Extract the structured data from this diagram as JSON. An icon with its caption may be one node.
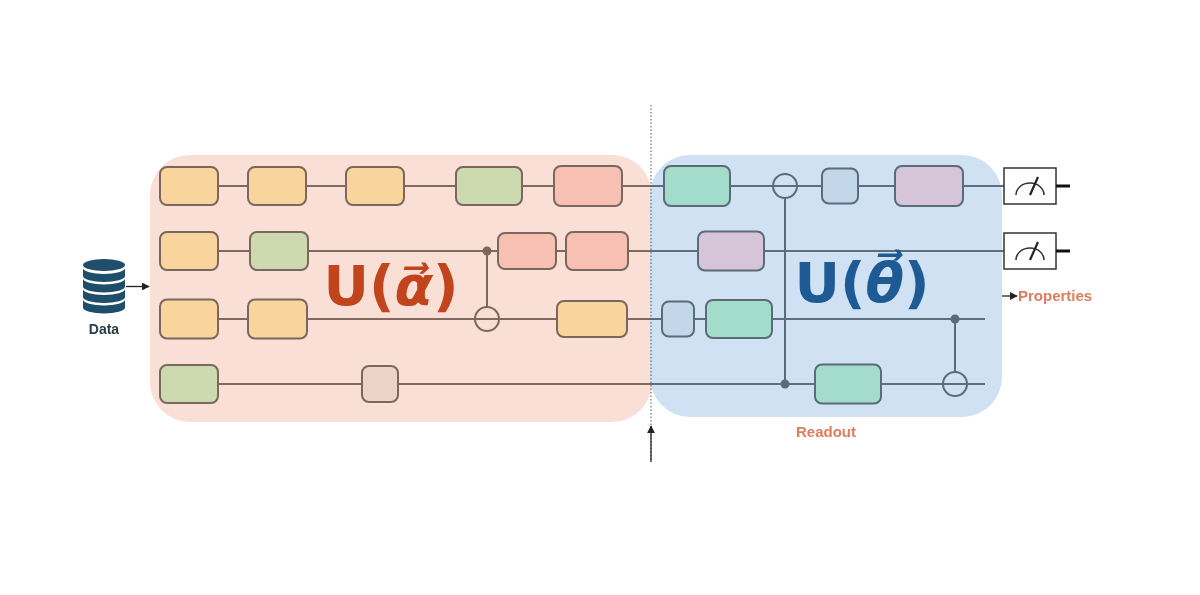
{
  "diagram": {
    "nodes": [
      {
        "text": [],
        "shape": "cylinder",
        "beside": [
          "Data"
        ]
      },
      {
        "text": [
          "U(*α⃗*)"
        ]
      },
      {
        "text": [
          "U(*θ⃗*)"
        ],
        "beside": [
          "Readout"
        ]
      },
      {
        "text": [
          "Properties"
        ]
      }
    ],
    "edges": [
      {
        "from": 0,
        "to": 1,
        "arrow": "to"
      },
      {
        "from": 2,
        "to": 3,
        "arrow": "to"
      }
    ]
  }
}
